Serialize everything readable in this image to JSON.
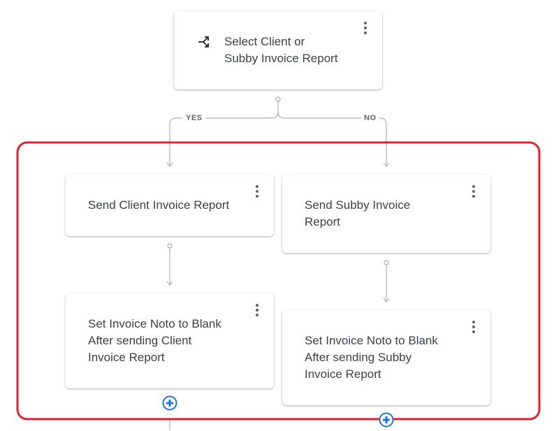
{
  "decision": {
    "label": "Select Client or\nSubby Invoice Report",
    "icon": "branch-icon"
  },
  "branches": {
    "yes_label": "YES",
    "no_label": "NO"
  },
  "steps": {
    "send_client": "Send Client Invoice Report",
    "send_subby": "Send Subby Invoice\nReport",
    "set_noto_client": "Set Invoice Noto to Blank\nAfter sending Client\nInvoice Report",
    "set_noto_subby": "Set Invoice Noto to Blank\nAfter sending Subby\nInvoice Report"
  },
  "icons": {
    "menu": "more-vert-icon",
    "add": "add-step-icon"
  },
  "colors": {
    "highlight_border": "#e0202a",
    "connector": "#9e9e9e",
    "add_button": "#1a73e8"
  }
}
